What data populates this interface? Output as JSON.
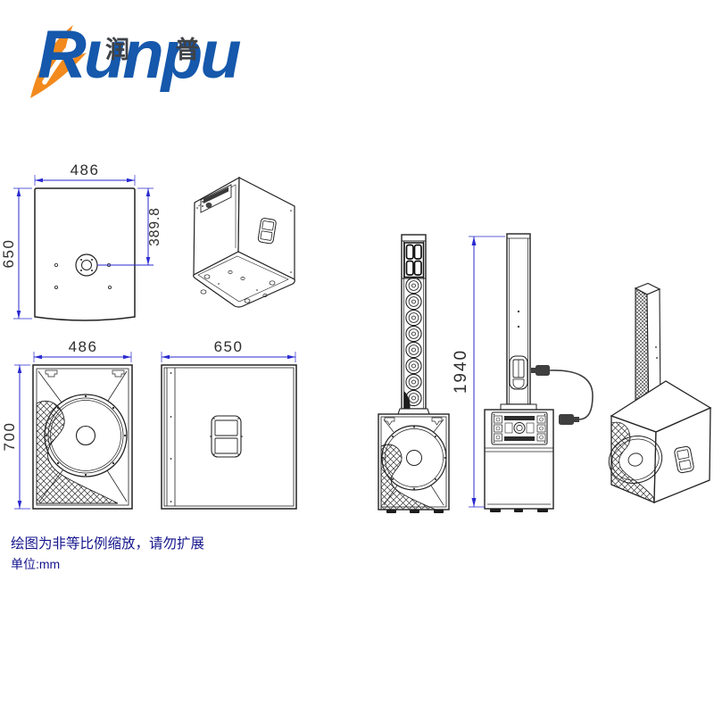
{
  "logo": {
    "brand_cn": "润 普",
    "brand_en": "Runpu"
  },
  "drawings": {
    "top_view": {
      "width_label": "486",
      "height_label": "650",
      "mount_offset_label": "389.8"
    },
    "front_view": {
      "width_label": "486",
      "height_label": "700"
    },
    "side_view": {
      "depth_label": "650"
    },
    "system_back_view": {
      "total_height_label": "1940"
    }
  },
  "notes": {
    "scale_note": "绘图为非等比例缩放，请勿扩展",
    "unit_note": "单位:mm"
  },
  "colors": {
    "logo_blue": "#1558ac",
    "logo_orange": "#f28a1d",
    "dimension_blue": "#2a2ad0",
    "line_dark": "#222222",
    "note_blue": "#16168e"
  }
}
